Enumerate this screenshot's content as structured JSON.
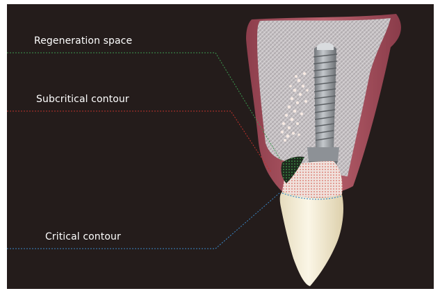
{
  "labels": {
    "regeneration": "Regeneration space",
    "subcritical": "Subcritical contour",
    "critical": "Critical contour"
  },
  "colors": {
    "background": "#241c1b",
    "regeneration_line": "#3c9a4f",
    "subcritical_line": "#c0322c",
    "critical_line": "#3a88c8",
    "gingiva": "#a8505c",
    "bone": "#c9c4c6",
    "implant": "#9a9ea2",
    "crown": "#f2ead2",
    "graft": "#f4e6df"
  }
}
